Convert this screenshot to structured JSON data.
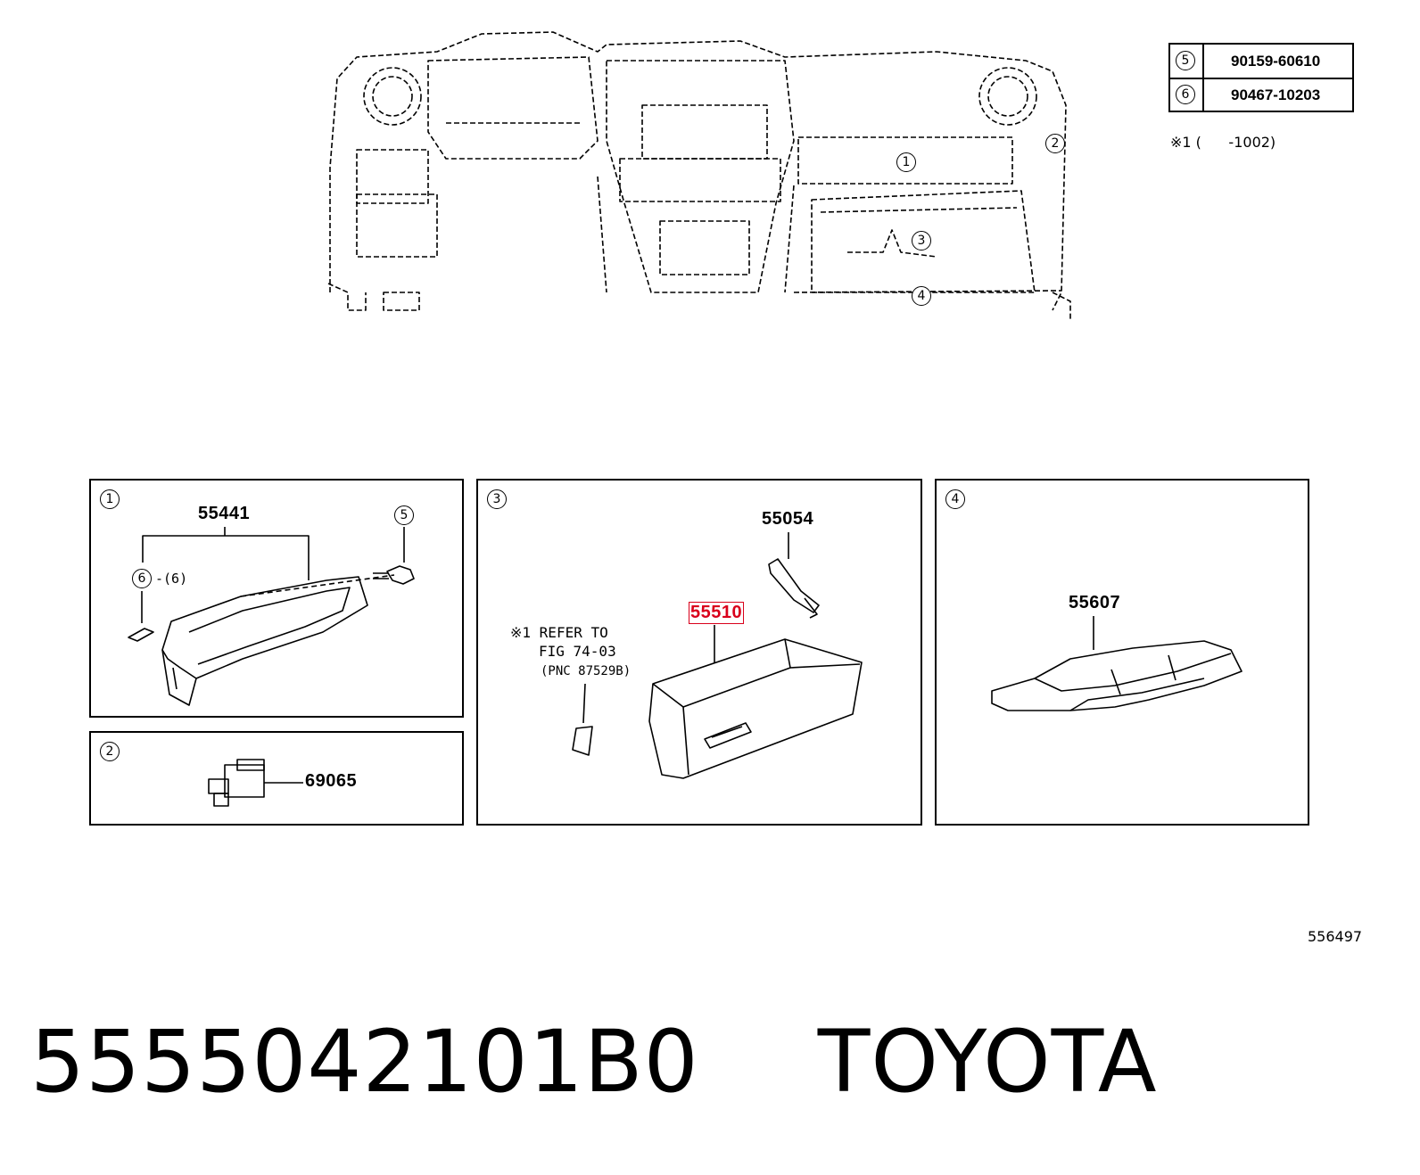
{
  "reference_table": {
    "rows": [
      {
        "callout": "5",
        "part": "90159-60610"
      },
      {
        "callout": "6",
        "part": "90467-10203"
      }
    ],
    "footnote": "※1 (      -1002)"
  },
  "overview_callouts": [
    "1",
    "2",
    "3",
    "4"
  ],
  "panels": {
    "p1": {
      "callout": "1",
      "part_a": "55441",
      "callout_5": "5",
      "callout_6": "6",
      "callout_6_note": "-(6)"
    },
    "p2": {
      "callout": "2",
      "part": "69065"
    },
    "p3": {
      "callout": "3",
      "part_a": "55054",
      "part_b": "55510",
      "note_lines": [
        "※1 REFER TO",
        "FIG 74-03",
        "(PNC 87529B)"
      ]
    },
    "p4": {
      "callout": "4",
      "part": "55607"
    }
  },
  "diagram_id": "556497",
  "title": {
    "part_number": "5555042101B0",
    "brand": "TOYOTA"
  },
  "colors": {
    "highlight": "#d9001b",
    "line": "#000000"
  }
}
